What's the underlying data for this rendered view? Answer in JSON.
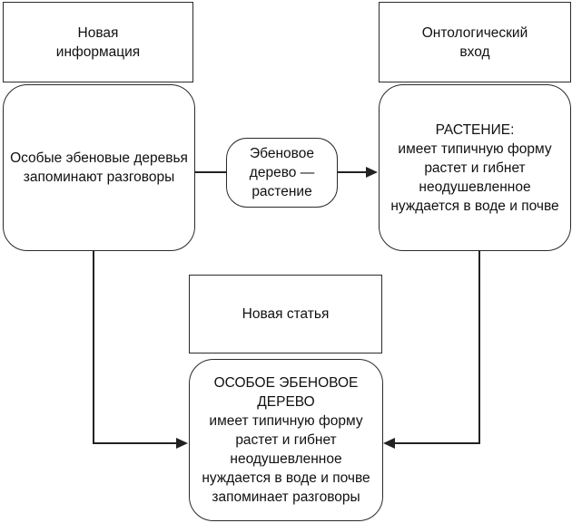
{
  "diagram": {
    "title": "Ontology update flowchart (ebony tree example)",
    "background_color": "#ffffff",
    "stroke_color": "#2a2a2a",
    "text_color": "#111111",
    "nodes": {
      "new_information": {
        "shape": "rectangle",
        "text": "Новая\nинформация"
      },
      "special_trees": {
        "shape": "rounded-rectangle",
        "text": "Особые эбеновые деревья\nзапоминают разговоры"
      },
      "ebony_plant": {
        "shape": "rounded-rectangle",
        "text": "Эбеновое\nдерево —\nрастение"
      },
      "ontological_input": {
        "shape": "rectangle",
        "text": "Онтологический\nвход"
      },
      "plant": {
        "shape": "rounded-rectangle",
        "text": "РАСТЕНИЕ:\nимеет типичную форму\nрастет и гибнет\nнеодушевленное\nнуждается в воде и почве"
      },
      "new_article": {
        "shape": "rectangle",
        "text": "Новая статья"
      },
      "special_ebony_tree": {
        "shape": "rounded-rectangle",
        "text": "ОСОБОЕ ЭБЕНОВОЕ\nДЕРЕВО\nимеет типичную форму\nрастет и гибнет\nнеодушевленное\nнуждается в воде и почве\nзапоминает разговоры"
      }
    },
    "edges": [
      {
        "from": "special_trees",
        "to": "ebony_plant",
        "style": "plain-line"
      },
      {
        "from": "ebony_plant",
        "to": "plant",
        "style": "arrow"
      },
      {
        "from": "special_trees",
        "to": "special_ebony_tree",
        "style": "arrow-elbow"
      },
      {
        "from": "plant",
        "to": "special_ebony_tree",
        "style": "arrow-elbow"
      }
    ]
  }
}
